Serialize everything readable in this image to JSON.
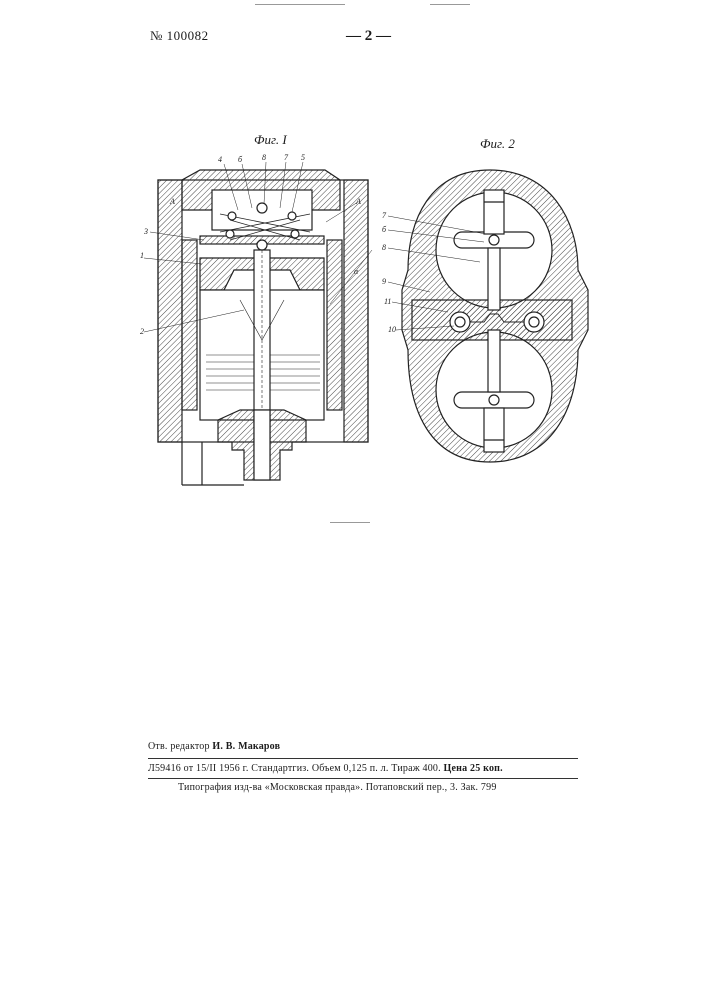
{
  "header": {
    "patent_number": "№ 100082",
    "page_number": "— 2 —"
  },
  "figures": {
    "fig1": {
      "caption": "Фиг. I",
      "labels": {
        "l4": "4",
        "l6": "б",
        "l8": "8",
        "l7": "7",
        "l5": "5",
        "lA1": "А",
        "lA2": "А",
        "l3": "3",
        "l1": "1",
        "l2": "2",
        "lalpha": "α"
      }
    },
    "fig2": {
      "caption": "Фиг. 2",
      "labels": {
        "l7": "7",
        "l6": "б",
        "l8": "8",
        "l9": "9",
        "l11": "11",
        "l10": "10"
      }
    }
  },
  "footer": {
    "editor_prefix": "Отв. редактор",
    "editor_name": "И. В. Макаров",
    "order_line_left": "Л59416 от 15/II 1956 г.  Стандартгиз.  Объем 0,125 п. л.  Тираж 400.",
    "order_line_price": "Цена 25 коп.",
    "printer_line": "Типография изд-ва «Московская правда». Потаповский пер., 3. Зак. 799"
  }
}
